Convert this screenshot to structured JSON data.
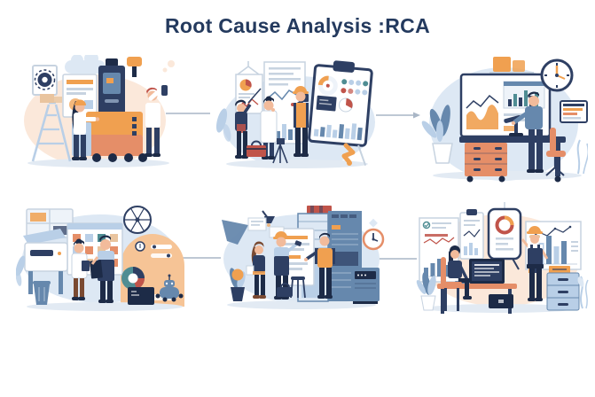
{
  "title": "Root Cause Analysis :RCA",
  "palette": {
    "ink": "#243a5e",
    "navy": "#2e3f63",
    "navy2": "#1d2b47",
    "steel": "#6688ad",
    "bluemed": "#b9cfe7",
    "bluelt": "#dde8f4",
    "graylt": "#eef3f9",
    "gray": "#c7d3e0",
    "peach": "#fbe8da",
    "arch": "#f6c496",
    "orange": "#f0a050",
    "coral": "#e58e68",
    "red": "#c0544a",
    "teal": "#4f8d93",
    "skin": "#f2bb9b",
    "hair": "#7a4a32",
    "tan": "#e9c49e",
    "shadow": "#e2eaf3",
    "arrow": "#a9b6c6",
    "white": "#ffffff"
  },
  "panels": [
    {
      "label": "Factory machine inspection by two workers",
      "position": "top-left"
    },
    {
      "label": "Team reviewing charts, gauge and clipboard data",
      "position": "top-center"
    },
    {
      "label": "Analyst monitoring dashboards at a workbench with clock",
      "position": "top-right"
    },
    {
      "label": "Workshop investigation with sticky-note board and pie chart",
      "position": "bottom-left"
    },
    {
      "label": "Engineers discussing beside equipment racks and whiteboard",
      "position": "bottom-center"
    },
    {
      "label": "Findings review at office desk with wall charts and cabinet",
      "position": "bottom-right"
    }
  ],
  "flow": {
    "arrows": [
      {
        "from": "panel-1",
        "to": "panel-2",
        "direction": "right"
      },
      {
        "from": "panel-2",
        "to": "panel-3",
        "direction": "right"
      },
      {
        "from": "panel-5",
        "to": "panel-4",
        "direction": "left"
      },
      {
        "from": "panel-6",
        "to": "panel-5",
        "direction": "left"
      }
    ]
  }
}
